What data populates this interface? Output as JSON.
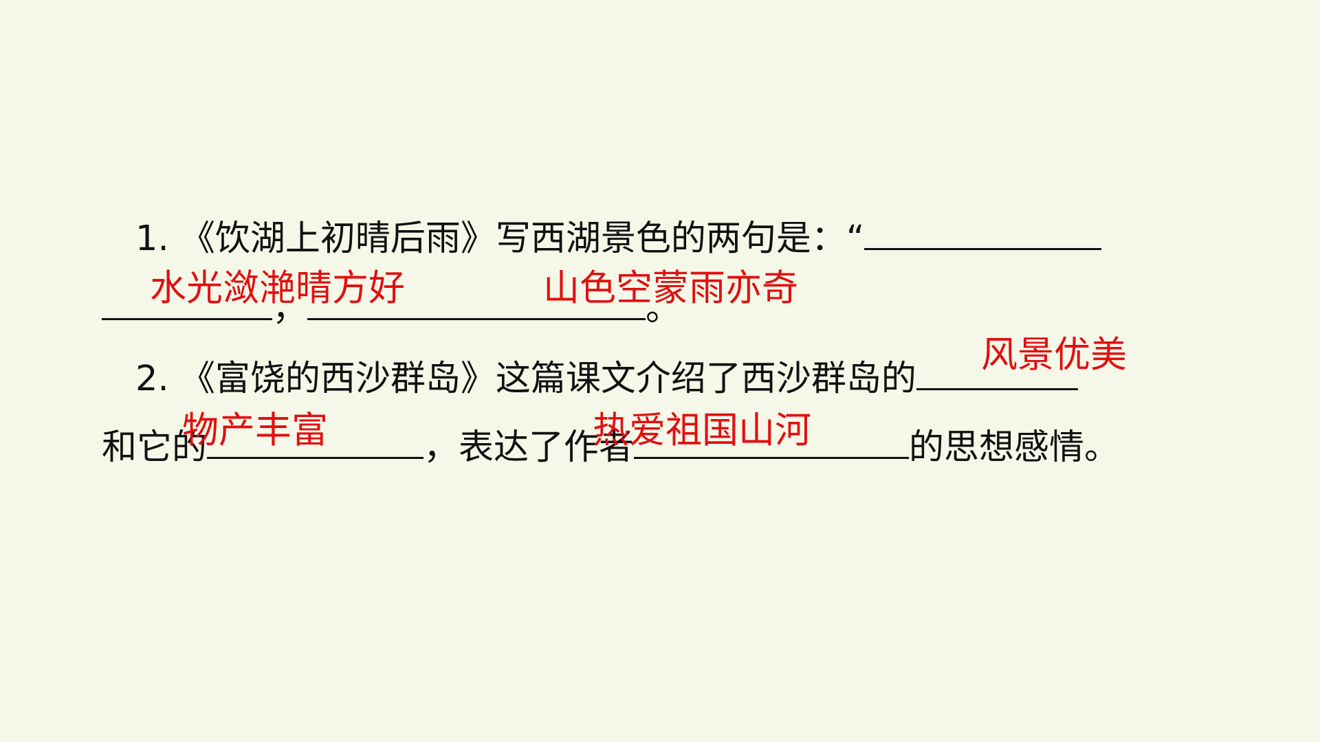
{
  "q1": {
    "number": "1.",
    "text": "《饮湖上初晴后雨》写西湖景色的两句是：“",
    "comma": "，",
    "end": "。",
    "answers": [
      "水光潋滟晴方好",
      "山色空蒙雨亦奇"
    ]
  },
  "q2": {
    "number": "2.",
    "text_a": "《富饶的西沙群岛》这篇课文介绍了西沙群岛的",
    "text_b": "和它的",
    "text_c": "，表达了作者",
    "text_d": "的思想感情。",
    "answers": [
      "风景优美",
      "物产丰富",
      "热爱祖国山河"
    ]
  },
  "colors": {
    "background": "#f5f7e8",
    "text": "#111111",
    "answer": "#e01010"
  }
}
